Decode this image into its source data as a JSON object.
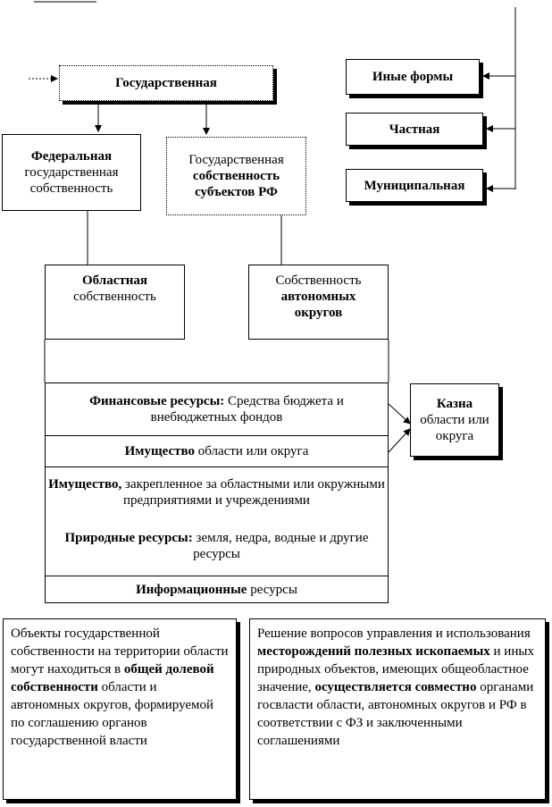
{
  "boxes": {
    "state": "Государственная",
    "federal_b": "Федеральная",
    "federal_n": "государственная собственность",
    "subjects_n": "Государственная",
    "subjects_b": "собственность субъектов РФ",
    "other": "Иные формы",
    "private": "Частная",
    "municipal": "Муниципальная",
    "regional_b": "Областная",
    "regional_n": "собственность",
    "auto_n": "Собственность",
    "auto_b": "автономных округов",
    "treasury_b": "Казна",
    "treasury_n": "области или округа"
  },
  "rows": {
    "r1_b": "Финансовые ресурсы:",
    "r1_n": " Средства бюджета и внебюджетных фондов",
    "r2_b": "Имущество",
    "r2_n": " области или округа",
    "r3_b": "Имущество,",
    "r3_n": " закрепленное за областными или окружными предприятиями и учреждениями",
    "r4_b": "Природные ресурсы:",
    "r4_n": " земля, недра, водные и другие ресурсы",
    "r5_b": "Информационные",
    "r5_n": " ресурсы"
  },
  "notes": {
    "left_p1": "Объекты государственной собственности на территории области могут находиться в ",
    "left_b1": "общей долевой собственности",
    "left_p2": " области и автономных округов, формируемой по соглашению органов государственной власти",
    "right_p1": "Решение вопросов управления и использования ",
    "right_b1": "месторождений полезных ископаемых",
    "right_p2": " и иных природных объектов, имеющих общеобластное значение, ",
    "right_b2": "осуществляется совместно",
    "right_p3": " органами госвласти области, автономных округов и РФ в соответствии с ФЗ и заключенными соглашениями"
  }
}
